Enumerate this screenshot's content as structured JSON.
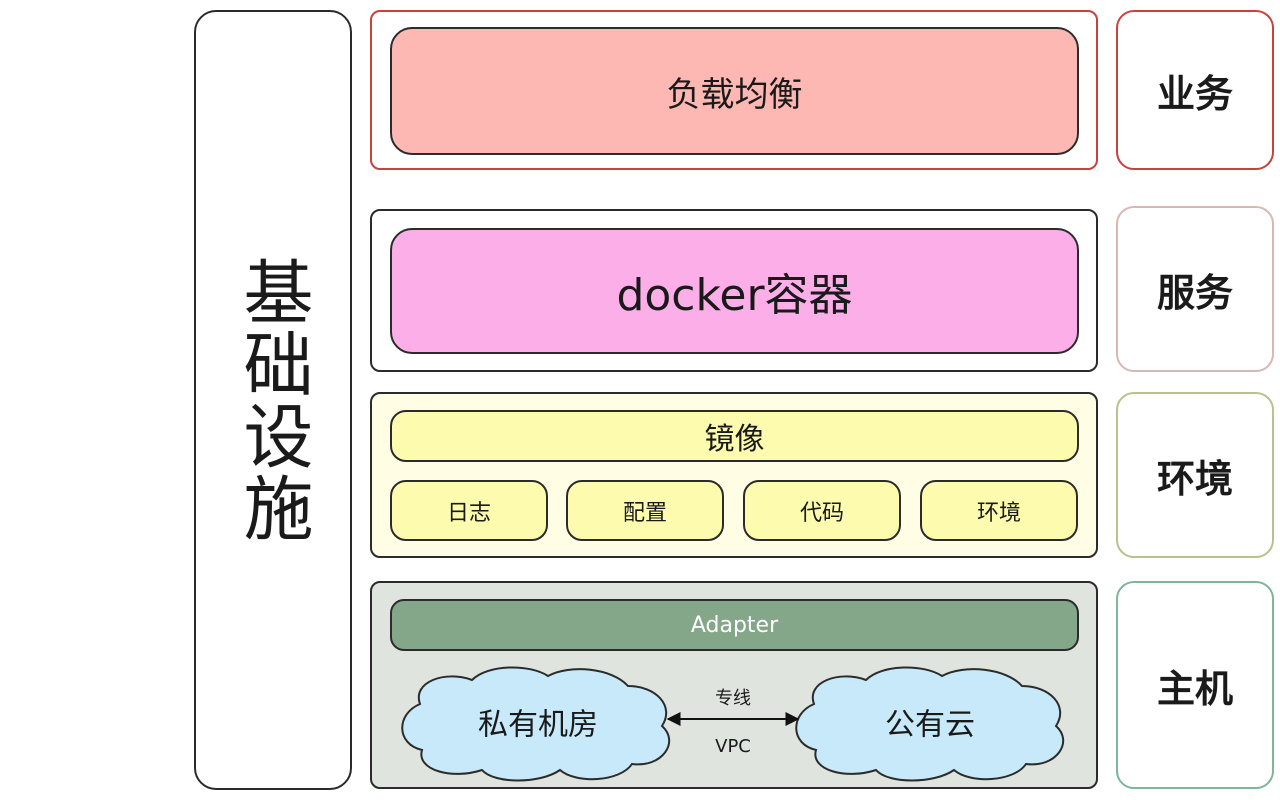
{
  "infrastructure": {
    "label": "基础设施"
  },
  "layers": {
    "business": {
      "component": "负载均衡",
      "side_label": "业务"
    },
    "service": {
      "component": "docker容器",
      "side_label": "服务"
    },
    "environment": {
      "component": "镜像",
      "items": [
        "日志",
        "配置",
        "代码",
        "环境"
      ],
      "side_label": "环境"
    },
    "host": {
      "adapter": "Adapter",
      "private_cloud": "私有机房",
      "public_cloud": "公有云",
      "link_top": "专线",
      "link_bottom": "VPC",
      "side_label": "主机"
    }
  },
  "colors": {
    "business_border": "#c8423d",
    "load_balancer_fill": "#fdb8b3",
    "docker_fill": "#fcaee8",
    "env_fill": "#fcfbae",
    "adapter_fill": "#84a78a",
    "cloud_fill": "#c7e9fa",
    "host_bg": "#dfe4df"
  }
}
